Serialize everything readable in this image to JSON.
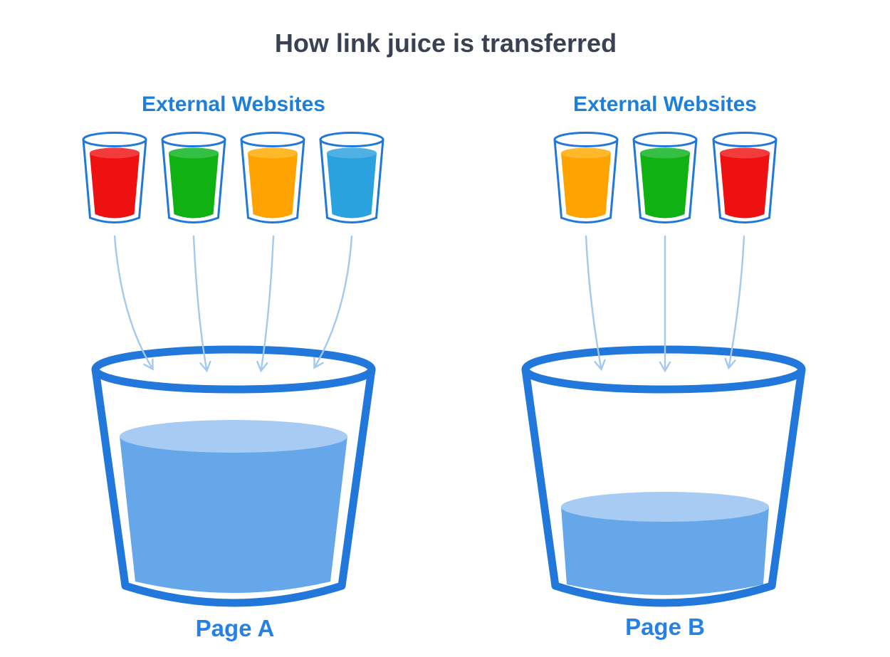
{
  "title": {
    "text": "How link juice is transferred"
  },
  "colors": {
    "title_text": "#3A4150",
    "section_label": "#1E7FD9",
    "page_label": "#2781E4",
    "glass_outline": "#2277DB",
    "arrow": "#A5C8EF",
    "big_juice_body": "#66A7EA",
    "big_juice_surface": "#A7CBF3"
  },
  "left": {
    "header": "External Websites",
    "page_label": "Page A",
    "fill_level_percent": 65,
    "glasses": [
      {
        "name": "red",
        "body": "#EE1111",
        "surface": "#F23B3B"
      },
      {
        "name": "green",
        "body": "#10B112",
        "surface": "#36BF45"
      },
      {
        "name": "orange",
        "body": "#FFA302",
        "surface": "#FFB829"
      },
      {
        "name": "blue",
        "body": "#2AA2DF",
        "surface": "#4FB0E4"
      }
    ]
  },
  "right": {
    "header": "External Websites",
    "page_label": "Page B",
    "fill_level_percent": 25,
    "glasses": [
      {
        "name": "orange",
        "body": "#FFA302",
        "surface": "#FFB829"
      },
      {
        "name": "green",
        "body": "#10B112",
        "surface": "#36BF45"
      },
      {
        "name": "red",
        "body": "#EE1111",
        "surface": "#F23B3B"
      }
    ]
  }
}
